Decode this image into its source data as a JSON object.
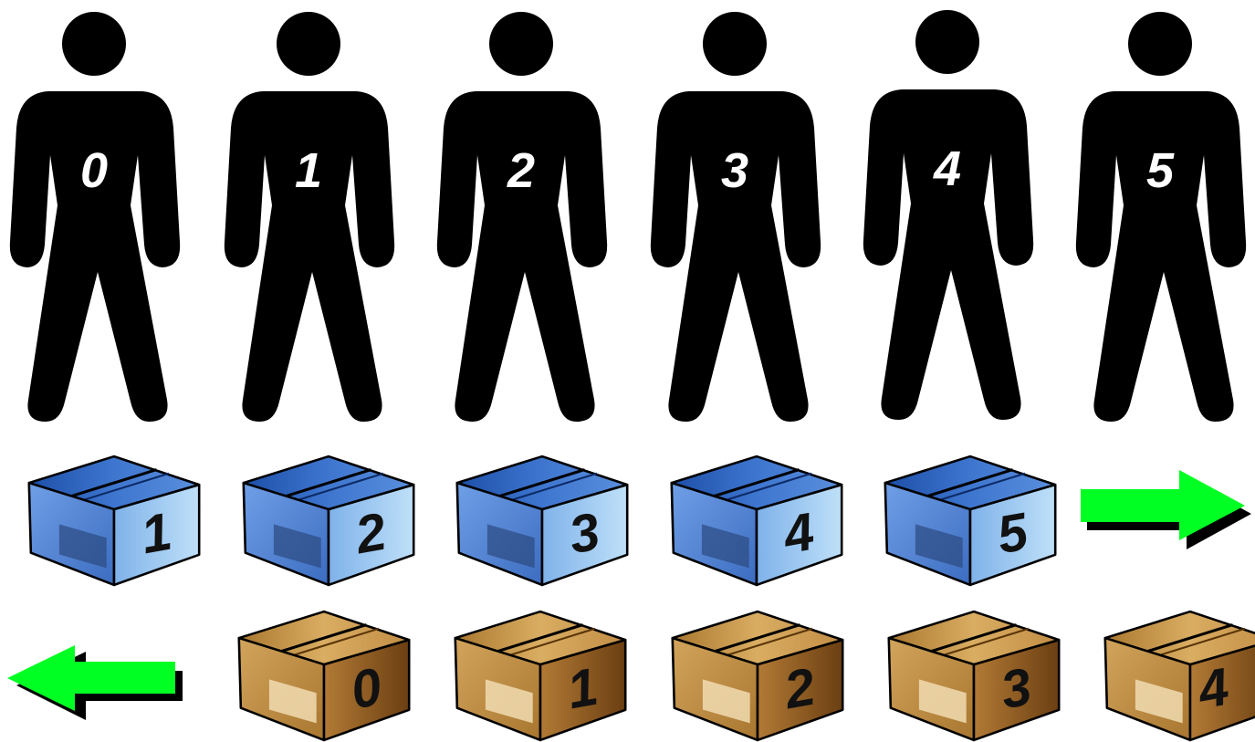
{
  "people": [
    {
      "label": "0"
    },
    {
      "label": "1"
    },
    {
      "label": "2"
    },
    {
      "label": "3"
    },
    {
      "label": "4"
    },
    {
      "label": "5"
    }
  ],
  "blue_boxes": [
    {
      "label": "1"
    },
    {
      "label": "2"
    },
    {
      "label": "3"
    },
    {
      "label": "4"
    },
    {
      "label": "5"
    }
  ],
  "brown_boxes": [
    {
      "label": "0"
    },
    {
      "label": "1"
    },
    {
      "label": "2"
    },
    {
      "label": "3"
    },
    {
      "label": "4"
    }
  ],
  "arrows": {
    "top_right": {
      "direction": "right",
      "icon": "right-arrow-icon"
    },
    "bottom_left": {
      "direction": "left",
      "icon": "left-arrow-icon"
    }
  },
  "colors": {
    "person": "#000000",
    "person_label": "#ffffff",
    "arrow": "#00ff22",
    "blue_box_top": "#3a6fc4",
    "blue_box_front": "#6d9be0",
    "blue_box_side": "#a8d0f2",
    "brown_box_top": "#c99a50",
    "brown_box_front": "#b9873f",
    "brown_box_side": "#8a5a22",
    "box_label": "#111111"
  }
}
